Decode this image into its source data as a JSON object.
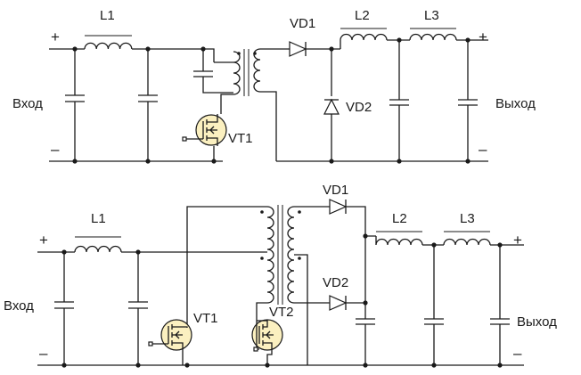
{
  "top": {
    "plus_in": "+",
    "minus_in": "–",
    "plus_out": "+",
    "minus_out": "–",
    "input": "Вход",
    "output": "Выход",
    "L1": "L1",
    "L2": "L2",
    "L3": "L3",
    "VD1": "VD1",
    "VD2": "VD2",
    "VT1": "VT1"
  },
  "bottom": {
    "plus_in": "+",
    "minus_in": "–",
    "plus_out": "+",
    "minus_out": "–",
    "input": "Вход",
    "output": "Выход",
    "L1": "L1",
    "L2": "L2",
    "L3": "L3",
    "VD1": "VD1",
    "VD2": "VD2",
    "VT1": "VT1",
    "VT2": "VT2"
  }
}
